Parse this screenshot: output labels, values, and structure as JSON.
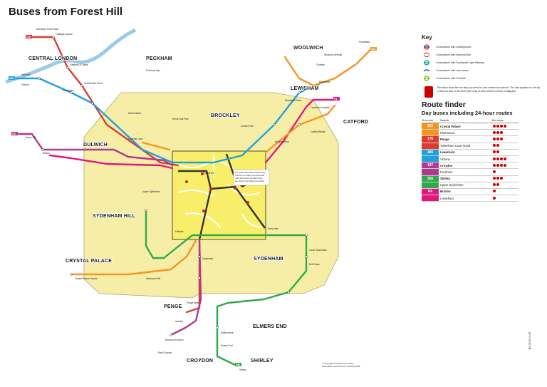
{
  "title": "Buses from Forest Hill",
  "key": {
    "heading": "Key",
    "items": [
      {
        "label": "Connections with Underground",
        "icon": "underground-roundel-icon",
        "color": "#d0202f"
      },
      {
        "label": "Connections with National Rail",
        "icon": "national-rail-icon",
        "color": "#d0202f"
      },
      {
        "label": "Connections with Docklands Light Railway",
        "icon": "dlr-icon",
        "color": "#00a4a7"
      },
      {
        "label": "Connections with river buses",
        "icon": "river-bus-icon",
        "color": "#1c3f94"
      },
      {
        "label": "Connections with Tramlink",
        "icon": "tramlink-icon",
        "color": "#66cc00"
      }
    ],
    "note": "Red discs show the bus stop you need for your chosen bus service. The disc appears on the top of the bus stop in the street (see map of town centre in centre of diagram)."
  },
  "route_finder": {
    "title": "Route finder",
    "subtitle": "Day buses including 24-hour routes",
    "headers": [
      "Bus route",
      "Towards",
      "Bus stops"
    ],
    "rows": [
      {
        "route": "122",
        "color": "#f7941d",
        "towards": "Crystal Palace",
        "stops": 4
      },
      {
        "route": "",
        "color": "#f7941d",
        "towards": "Plumstead",
        "stops": 3
      },
      {
        "route": "176",
        "color": "#e03a2f",
        "towards": "Penge",
        "stops": 3
      },
      {
        "route": "",
        "color": "#e03a2f",
        "towards": "Tottenham Court Road",
        "stops": 2
      },
      {
        "route": "185",
        "color": "#1fa2dc",
        "towards": "Lewisham",
        "stops": 2
      },
      {
        "route": "",
        "color": "#1fa2dc",
        "towards": "Victoria",
        "stops": 4
      },
      {
        "route": "197",
        "color": "#b03a8f",
        "towards": "Croydon",
        "stops": 4
      },
      {
        "route": "",
        "color": "#b03a8f",
        "towards": "Peckham",
        "stops": 1
      },
      {
        "route": "356",
        "color": "#2eaa4a",
        "towards": "Shirley",
        "stops": 3
      },
      {
        "route": "",
        "color": "#2eaa4a",
        "towards": "Upper Sydenham",
        "stops": 2
      },
      {
        "route": "P4",
        "color": "#e4167e",
        "towards": "Brixton",
        "stops": 1
      },
      {
        "route": "",
        "color": "#e4167e",
        "towards": "Lewisham",
        "stops": 1
      }
    ]
  },
  "areas": {
    "central_london": "CENTRAL LONDON",
    "peckham": "PECKHAM",
    "woolwich": "WOOLWICH",
    "lewisham": "LEWISHAM",
    "brockley": "BROCKLEY",
    "catford": "CATFORD",
    "dulwich": "DULWICH",
    "sydenham_hill": "SYDENHAM HILL",
    "sydenham": "SYDENHAM",
    "crystal_palace": "CRYSTAL PALACE",
    "penge": "PENGE",
    "elmers_end": "ELMERS END",
    "croydon": "CROYDON",
    "shirley": "SHIRLEY"
  },
  "stations": {
    "trafalgar_square": "Trafalgar Square",
    "tottenham_court_road": "Tottenham Court Road",
    "victoria": "Victoria",
    "elephant_castle": "Elephant & Castle",
    "camberwell_green": "Camberwell Green",
    "kennington": "Kennington",
    "vauxhall": "Vauxhall",
    "plumstead": "Plumstead",
    "woolwich_arsenal": "Woolwich Arsenal",
    "charlton": "Charlton",
    "blackheath": "Blackheath",
    "lewisham_hospital": "Lewisham Hospital",
    "catford_bridge": "Catford Bridge",
    "honor_oak_park": "Honor Oak Park",
    "crofton_park": "Crofton Park",
    "brockley_rise": "Brockley Rise",
    "forest_hill": "Forest Hill",
    "perry_vale": "Perry Vale",
    "kirkdale": "Kirkdale",
    "sydenham_station": "Sydenham",
    "lordship_lane": "Lordship Lane",
    "east_dulwich": "East Dulwich",
    "herne_hill": "Herne Hill",
    "brixton": "Brixton",
    "crystal_palace_parade": "Crystal Palace Parade",
    "westwood_hill": "Westwood Hill",
    "penge_west": "Penge West",
    "anerley": "Anerley",
    "norwood_junction": "Norwood Junction",
    "addiscombe": "Addiscombe",
    "elmers_end_station": "Elmers End",
    "shirley_station": "Shirley",
    "east_croydon": "East Croydon",
    "lower_sydenham": "Lower Sydenham",
    "bell_green": "Bell Green",
    "stanstead_road": "Stanstead Road",
    "upper_sydenham": "Upper Sydenham",
    "peckham_rye": "Peckham Rye"
  },
  "inset_note": "The yellow tinted area includes every bus stop up to about one-and-a-half miles from Forest Hill. Main stops are shown in the white area outside.",
  "copyright": "© Copyright Transport for London\nInformation correct from 3 January 2009",
  "code": "BS 05.09 13.09"
}
